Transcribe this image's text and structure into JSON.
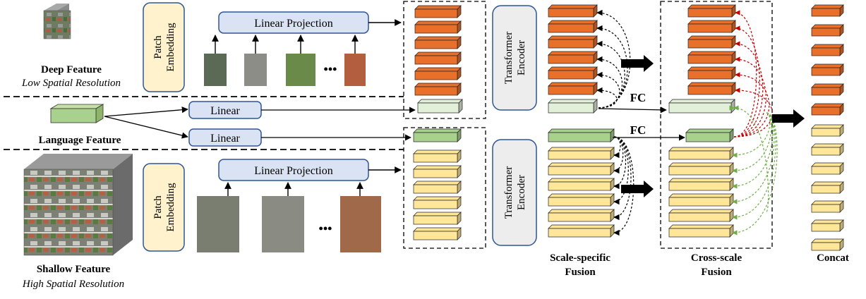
{
  "inputs": {
    "deep": {
      "title": "Deep Feature",
      "subtitle": "Low Spatial Resolution"
    },
    "language": {
      "title": "Language Feature"
    },
    "shallow": {
      "title": "Shallow Feature",
      "subtitle": "High Spatial Resolution"
    }
  },
  "blocks": {
    "patch_embedding": "Patch Embedding",
    "linear_projection": "Linear Projection",
    "linear": "Linear",
    "transformer_encoder": "Transformer Encoder",
    "fc": "FC",
    "ellipsis": "•••"
  },
  "stages": {
    "scale_specific": [
      "Scale-specific",
      "Fusion"
    ],
    "cross_scale": [
      "Cross-scale",
      "Fusion"
    ],
    "concat": "Concat"
  },
  "colors": {
    "orange": "#E8702A",
    "light_green": "#E2EFD9",
    "green": "#A9D18E",
    "yellow": "#FFE699",
    "block_blue": "#DAE3F3",
    "block_cream": "#FFF2CC",
    "encoder_gray": "#EDEDED",
    "red_arrow": "#C00000",
    "green_arrow": "#70AD47"
  },
  "counts": {
    "deep_tokens": 6,
    "shallow_tokens": 6,
    "concat_orange": 6,
    "concat_yellow": 7
  }
}
